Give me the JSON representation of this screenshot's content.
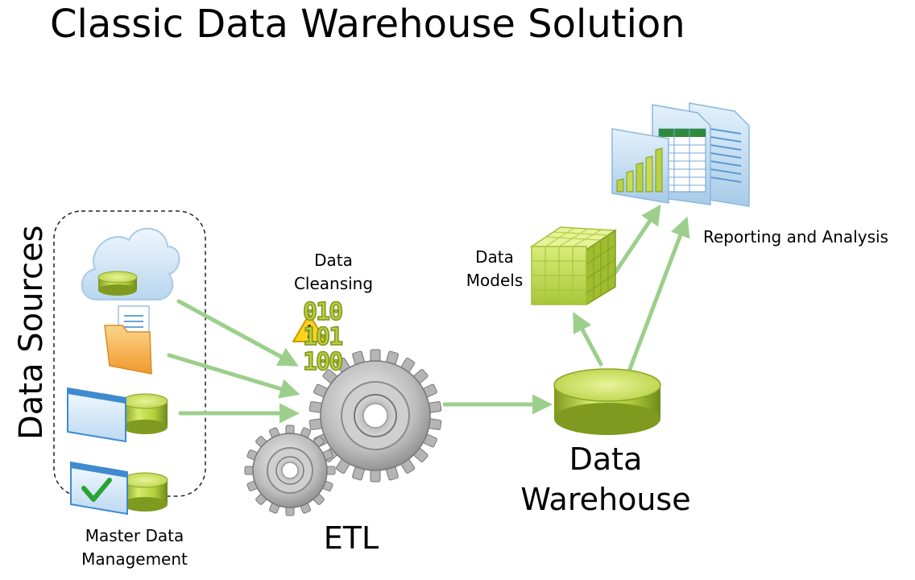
{
  "title": "Classic Data Warehouse Solution",
  "labels": {
    "data_sources": "Data Sources",
    "master_data_line1": "Master Data",
    "master_data_line2": "Management",
    "etl": "ETL",
    "cleansing_line1": "Data",
    "cleansing_line2": "Cleansing",
    "binary_digits": "010 101 100",
    "warehouse_line1": "Data",
    "warehouse_line2": "Warehouse",
    "models_line1": "Data",
    "models_line2": "Models",
    "reporting": "Reporting and Analysis"
  },
  "colors": {
    "arrow": "#9ccf8c",
    "green_dark": "#8aa62a",
    "green_light": "#d3e86a",
    "gear": "#b8b8b8",
    "cloud": "#dbeaf7",
    "folder": "#f6b04e"
  }
}
